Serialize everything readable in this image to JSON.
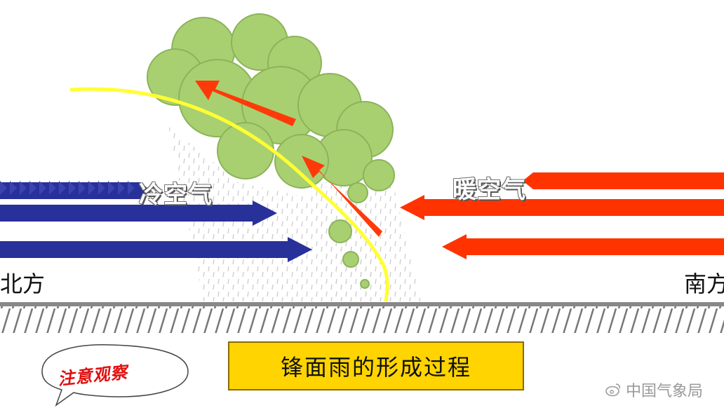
{
  "labels": {
    "cold_air": "冷空气",
    "warm_air": "暖空气",
    "north": "北方",
    "south": "南方"
  },
  "title": "锋面雨的形成过程",
  "speech_bubble": "注意观察",
  "watermark": "中国气象局",
  "colors": {
    "cold_arrow": "#28309a",
    "warm_arrow": "#ff3300",
    "cloud": "#a9d070",
    "front_line": "#ffff33",
    "rise_arrow": "#ff3a0a",
    "title_bg": "#ffd400"
  },
  "icons": [
    "weibo-icon",
    "speech-bubble-icon"
  ]
}
